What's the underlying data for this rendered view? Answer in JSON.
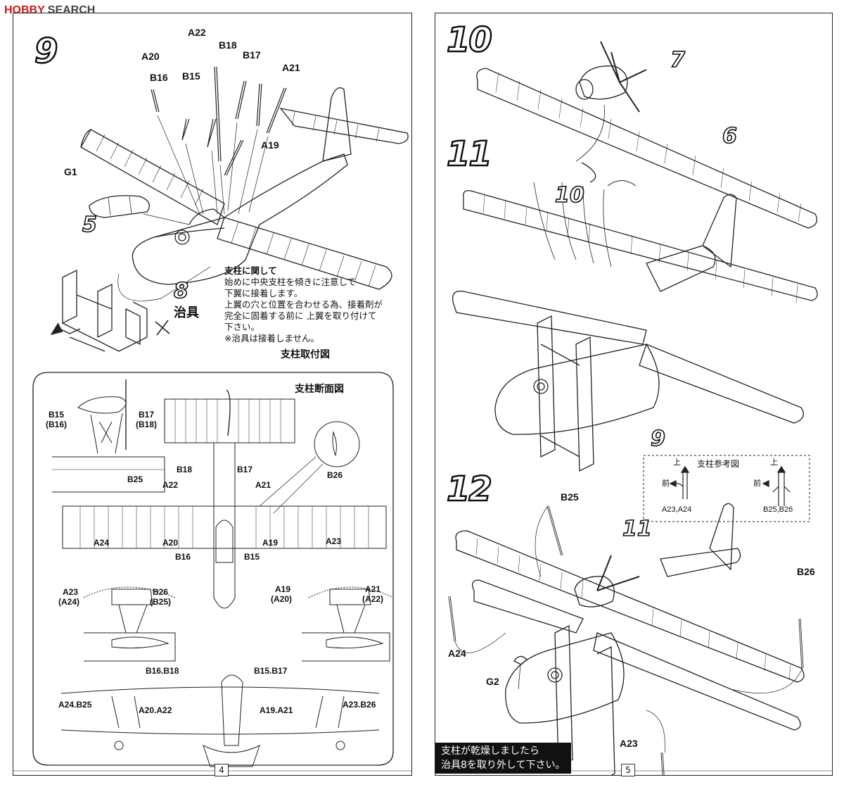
{
  "watermark": {
    "brand": "HOBBY",
    "suffix": "SEARCH"
  },
  "left_page": {
    "step_number": "9",
    "page_number": "4",
    "part_numbers": {
      "fuselage": "5",
      "jig": "8"
    },
    "jig_label": "治具",
    "callouts": [
      "A22",
      "B18",
      "A20",
      "B17",
      "A21",
      "B16",
      "B15",
      "A19",
      "G1"
    ],
    "note_title": "支柱に関して",
    "note_lines": [
      "始めに中央支柱を傾きに注意して",
      "下翼に接着します。",
      "上翼の穴と位置を合わせる為、接着剤が",
      "完全に固着する前に 上翼を取り付けて",
      "下さい。",
      "※治具は接着しません。"
    ],
    "strut_guide": {
      "title": "支柱取付図",
      "section_title": "支柱断面図",
      "top_left_labels": [
        "B15",
        "(B16)",
        "B17",
        "(B18)"
      ],
      "plan_labels": [
        "B18",
        "B17",
        "B25",
        "B26",
        "A22",
        "A21",
        "A24",
        "A20",
        "A19",
        "A23",
        "B16",
        "B15"
      ],
      "bottom_left_labels": [
        "A23",
        "(A24)",
        "B26",
        "(B25)"
      ],
      "bottom_right_labels": [
        "A19",
        "(A20)",
        "A21",
        "(A22)"
      ],
      "front_view_labels": [
        "B16.B18",
        "B15.B17",
        "A24.B25",
        "A20.A22",
        "A19.A21",
        "A23.B26"
      ]
    }
  },
  "right_page": {
    "steps": [
      "10",
      "11",
      "12"
    ],
    "page_number": "5",
    "part_numbers": {
      "engine": "7",
      "upper_wing": "6",
      "step10_ref": "10",
      "step9_ref": "9",
      "step11_ref": "11"
    },
    "strut_reference": {
      "title": "支柱参考図",
      "up_label": "上",
      "front_label": "前",
      "left_parts": "A23,A24",
      "right_parts": "B25,B26"
    },
    "step12_callouts": [
      "B25",
      "B26",
      "A24",
      "G2",
      "A23"
    ],
    "bottom_note": [
      "支柱が乾燥しましたら",
      "治具8を取り外して下さい。"
    ]
  }
}
